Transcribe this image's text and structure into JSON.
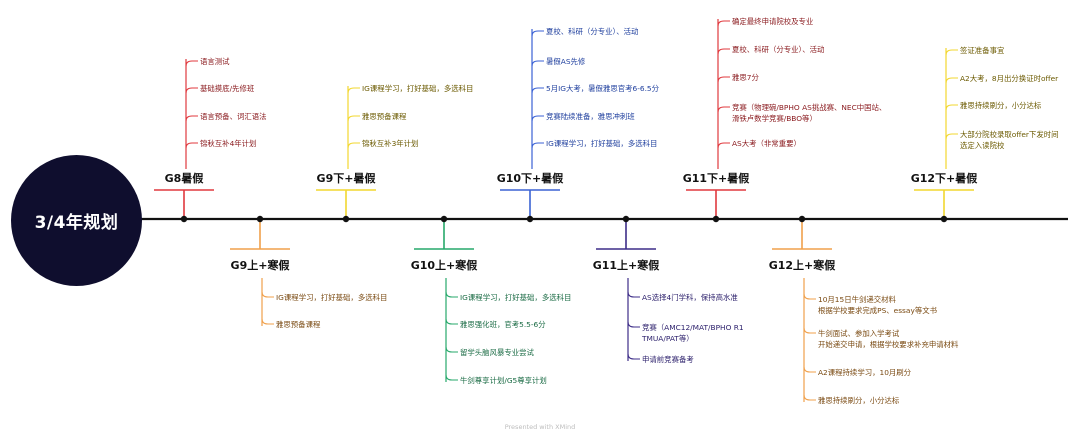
{
  "root": {
    "label": "3/4年规划"
  },
  "footer": "Presented with XMind",
  "colors": {
    "timeline": "#111111",
    "root_fill": "#0f0e2e",
    "red": "#e0393e",
    "orange": "#f0a04b",
    "yellow": "#f2d72f",
    "green": "#27a86b",
    "blue": "#3b62d4",
    "purple": "#3d2d88"
  },
  "stages": [
    {
      "id": "g8-summer",
      "label": "G8暑假",
      "color": "#e0393e",
      "position": "above",
      "items": [
        "语言测试",
        "基础摸底/先修班",
        "语言预备、词汇语法",
        "锦秋互补4年计划"
      ]
    },
    {
      "id": "g9-winter",
      "label": "G9上+寒假",
      "color": "#f0a04b",
      "position": "below",
      "items": [
        "IG课程学习，打好基础，多选科目",
        "雅思预备课程"
      ]
    },
    {
      "id": "g9-summer",
      "label": "G9下+暑假",
      "color": "#f2d72f",
      "position": "above",
      "items": [
        "IG课程学习，打好基础，多选科目",
        "雅思预备课程",
        "锦秋互补3年计划"
      ]
    },
    {
      "id": "g10-winter",
      "label": "G10上+寒假",
      "color": "#27a86b",
      "position": "below",
      "items": [
        "IG课程学习，打好基础，多选科目",
        "雅思强化班，官考5.5-6分",
        "留学头脑风暴专业尝试",
        "牛剑尊享计划/G5尊享计划"
      ]
    },
    {
      "id": "g10-summer",
      "label": "G10下+暑假",
      "color": "#3b62d4",
      "position": "above",
      "items": [
        "夏校、科研（分专业）、活动",
        "暑假AS先修",
        "5月IG大考，暑假雅思官考6-6.5分",
        "竞赛陆续准备，雅思冲刺班",
        "IG课程学习，打好基础，多选科目"
      ]
    },
    {
      "id": "g11-winter",
      "label": "G11上+寒假",
      "color": "#3d2d88",
      "position": "below",
      "items": [
        "AS选择4门学科，保持高水准",
        "竞赛（AMC12/MAT/BPHO R1\nTMUA/PAT等）",
        "申请前竞赛备考"
      ]
    },
    {
      "id": "g11-summer",
      "label": "G11下+暑假",
      "color": "#e0393e",
      "position": "above",
      "items": [
        "确定最终申请院校及专业",
        "夏校、科研（分专业）、活动",
        "雅思7分",
        "竞赛（物理碗/BPHO AS挑战赛、NEC中国站、\n滑铁卢数学竞赛/BBO等）",
        "AS大考（非常重要）"
      ]
    },
    {
      "id": "g12-winter",
      "label": "G12上+寒假",
      "color": "#f0a04b",
      "position": "below",
      "items": [
        "10月15日牛剑递交材料\n根据学校要求完成PS、essay等文书",
        "牛剑面试、参加入学考试\n开始递交申请，根据学校要求补充申请材料",
        "A2课程持续学习，10月刷分",
        "雅思持续刷分，小分达标"
      ]
    },
    {
      "id": "g12-summer",
      "label": "G12下+暑假",
      "color": "#f2d72f",
      "position": "above",
      "items": [
        "签证准备事宜",
        "A2大考，8月出分换证时offer",
        "雅思持续刷分，小分达标",
        "大部分院校录取offer下发时间\n选定入读院校"
      ]
    }
  ]
}
